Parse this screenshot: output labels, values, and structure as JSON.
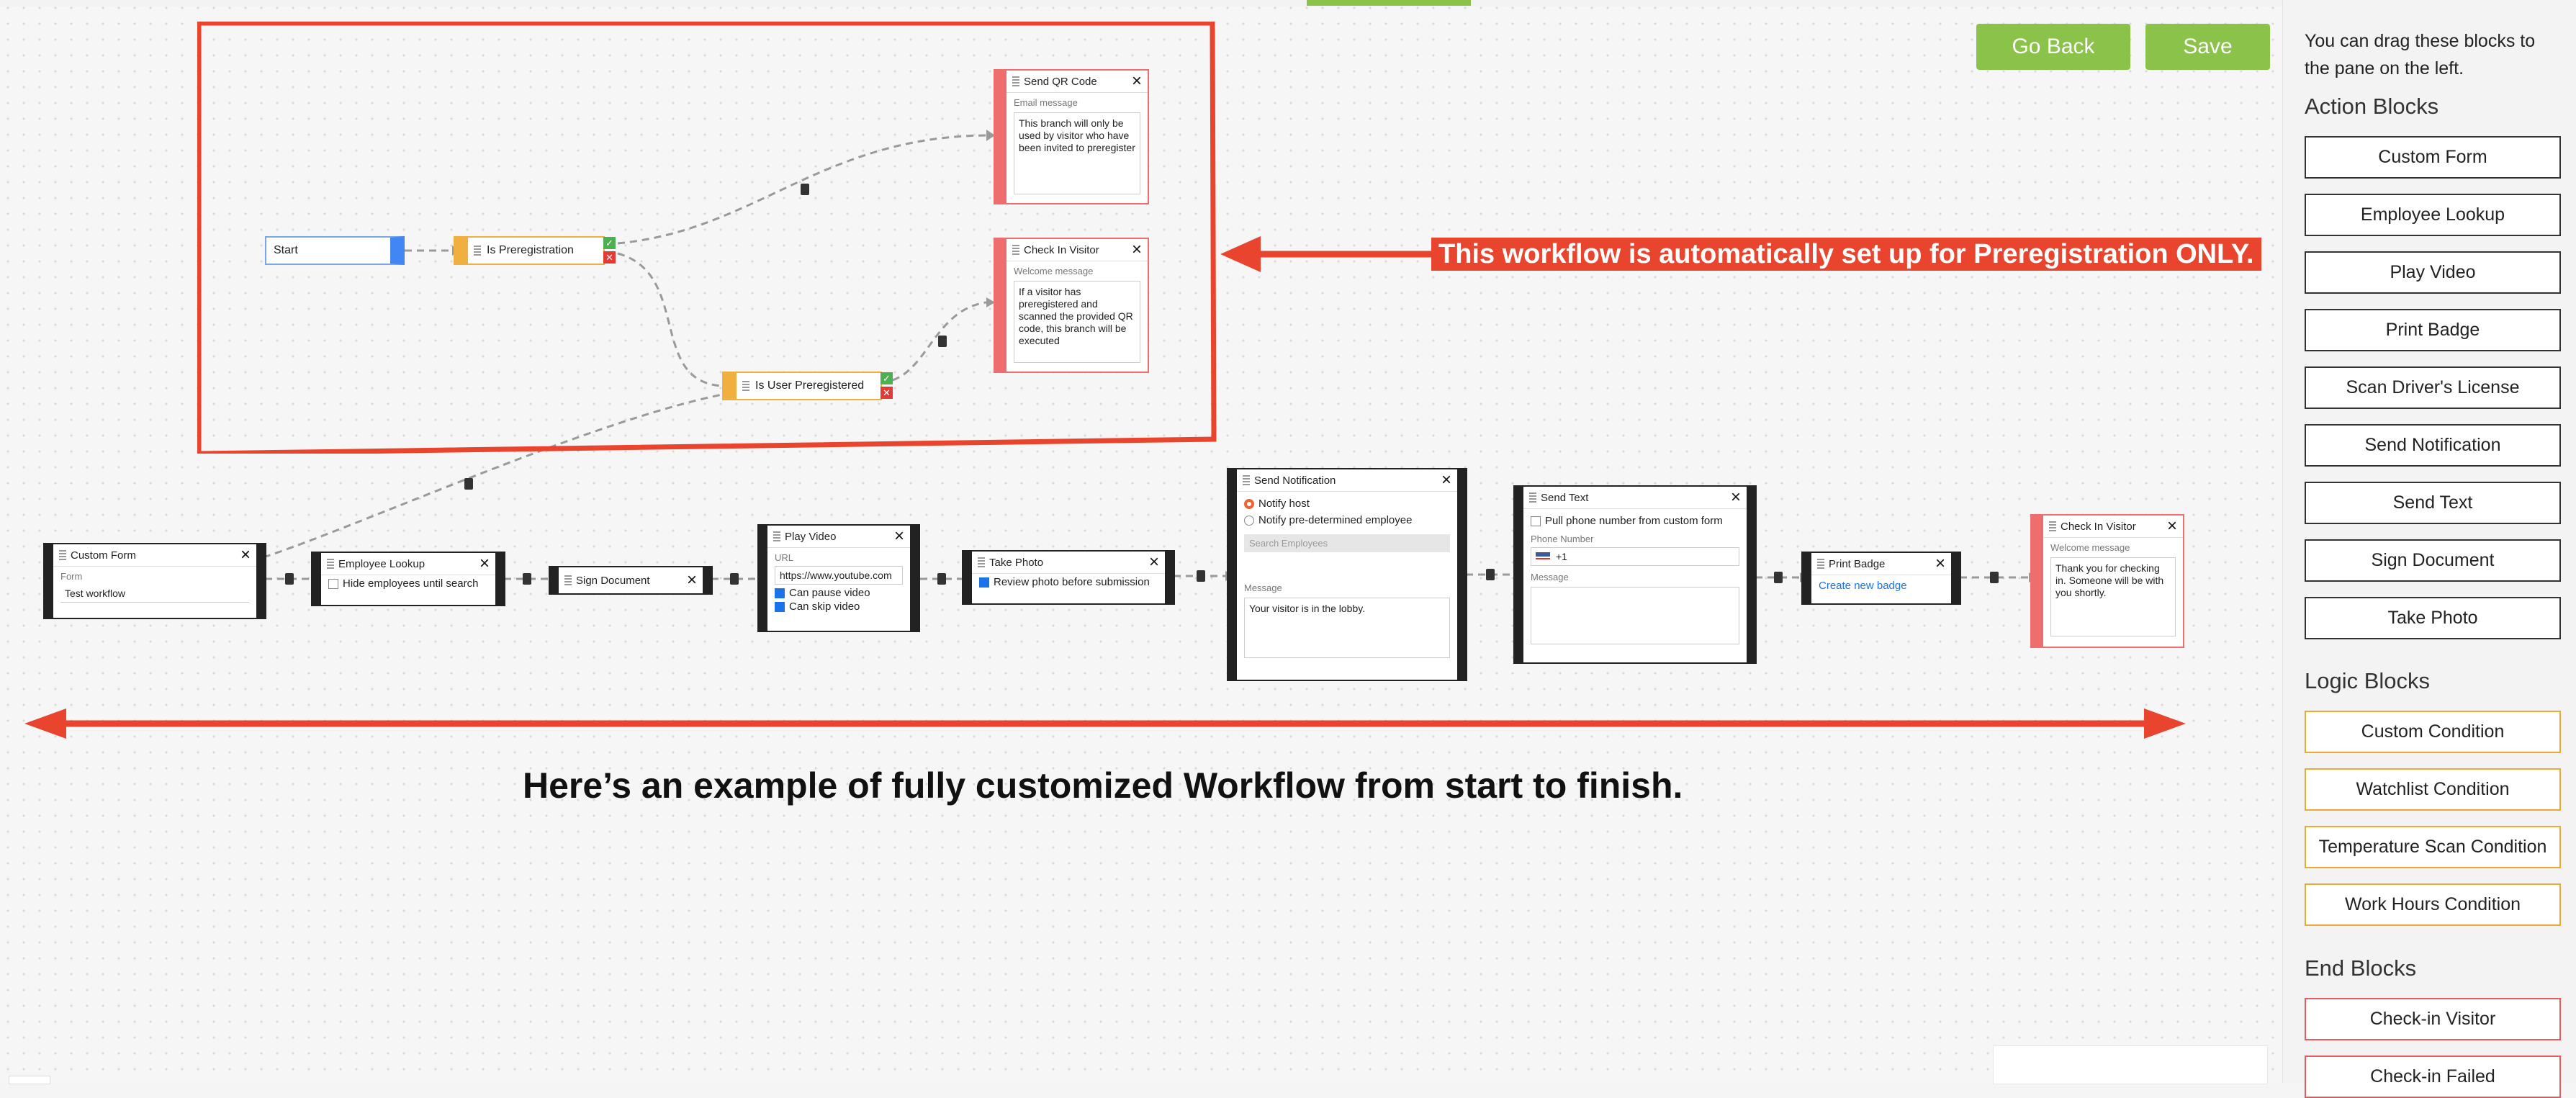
{
  "header": {
    "go_back": "Go Back",
    "save": "Save"
  },
  "sidebar": {
    "note": "You can drag these blocks to the pane on the left.",
    "action_heading": "Action Blocks",
    "action_blocks": [
      "Custom Form",
      "Employee Lookup",
      "Play Video",
      "Print Badge",
      "Scan Driver's License",
      "Send Notification",
      "Send Text",
      "Sign Document",
      "Take Photo"
    ],
    "logic_heading": "Logic Blocks",
    "logic_blocks": [
      "Custom Condition",
      "Watchlist Condition",
      "Temperature Scan Condition",
      "Work Hours Condition"
    ],
    "end_heading": "End Blocks",
    "end_blocks": [
      "Check-in Visitor",
      "Check-in Failed"
    ]
  },
  "preregistration": {
    "start": "Start",
    "is_prereg": "Is Preregistration",
    "is_user_prereg": "Is User Preregistered",
    "send_qr": {
      "title": "Send QR Code",
      "label": "Email message",
      "message": "This branch will only be used by visitor who have been invited to preregister"
    },
    "check_in": {
      "title": "Check In Visitor",
      "label": "Welcome message",
      "message": "If a visitor has preregistered and scanned the provided QR code, this branch will be executed"
    }
  },
  "annotations": {
    "banner": "This workflow is automatically set up for Preregistration ONLY.",
    "caption": "Here’s an example of fully customized Workflow from start to finish."
  },
  "workflow": {
    "custom_form": {
      "title": "Custom Form",
      "label": "Form",
      "value": "Test workflow"
    },
    "employee_lookup": {
      "title": "Employee Lookup",
      "option": "Hide employees until search"
    },
    "sign_document": {
      "title": "Sign Document"
    },
    "play_video": {
      "title": "Play Video",
      "label": "URL",
      "url": "https://www.youtube.com",
      "opt1": "Can pause video",
      "opt2": "Can skip video"
    },
    "take_photo": {
      "title": "Take Photo",
      "option": "Review photo before submission"
    },
    "send_notification": {
      "title": "Send Notification",
      "radio1": "Notify host",
      "radio2": "Notify pre-determined employee",
      "search_placeholder": "Search Employees",
      "msg_label": "Message",
      "message": "Your visitor is in the lobby."
    },
    "send_text": {
      "title": "Send Text",
      "option": "Pull phone number from custom form",
      "phone_label": "Phone Number",
      "phone_code": "+1",
      "msg_label": "Message"
    },
    "print_badge": {
      "title": "Print Badge",
      "link": "Create new badge"
    },
    "check_in": {
      "title": "Check In Visitor",
      "label": "Welcome message",
      "message": "Thank you for checking in. Someone will be with you shortly."
    }
  }
}
